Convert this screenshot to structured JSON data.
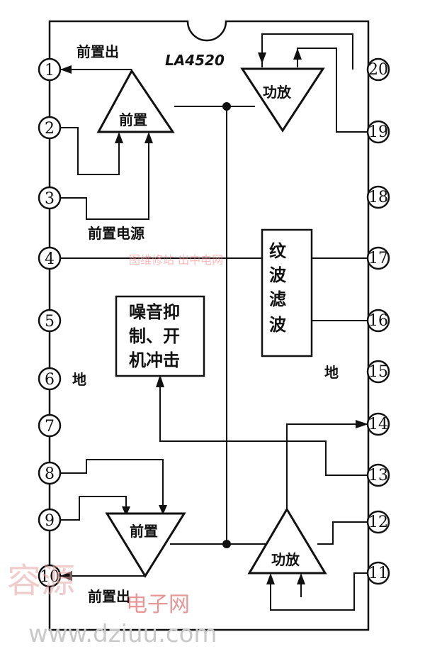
{
  "title": "LA4520",
  "pins": [
    "1",
    "2",
    "3",
    "4",
    "5",
    "6",
    "7",
    "8",
    "9",
    "10",
    "11",
    "12",
    "13",
    "14",
    "15",
    "16",
    "17",
    "18",
    "19",
    "20"
  ],
  "labels": {
    "pre_out_top": "前置出",
    "pre_power": "前置电源",
    "ground_left": "地",
    "ground_right": "地",
    "pre_out_bottom": "前置出"
  },
  "blocks": {
    "preamp_top": "前置",
    "preamp_bottom": "前置",
    "poweramp_top": "功放",
    "poweramp_bottom": "功放",
    "ripple_filter": [
      "纹",
      "波",
      "滤",
      "波"
    ],
    "noise_suppress": [
      "噪音抑",
      "制、开",
      "机冲击"
    ]
  },
  "watermark": {
    "brand_cn": "容源",
    "brand_site": "电子网",
    "url": "www.dziuu.com",
    "faint": "图维修站 出中电网"
  },
  "colors": {
    "ink": "#111111",
    "watermark_red": "#e06a6a",
    "watermark_gray": "#c9c9c9"
  }
}
